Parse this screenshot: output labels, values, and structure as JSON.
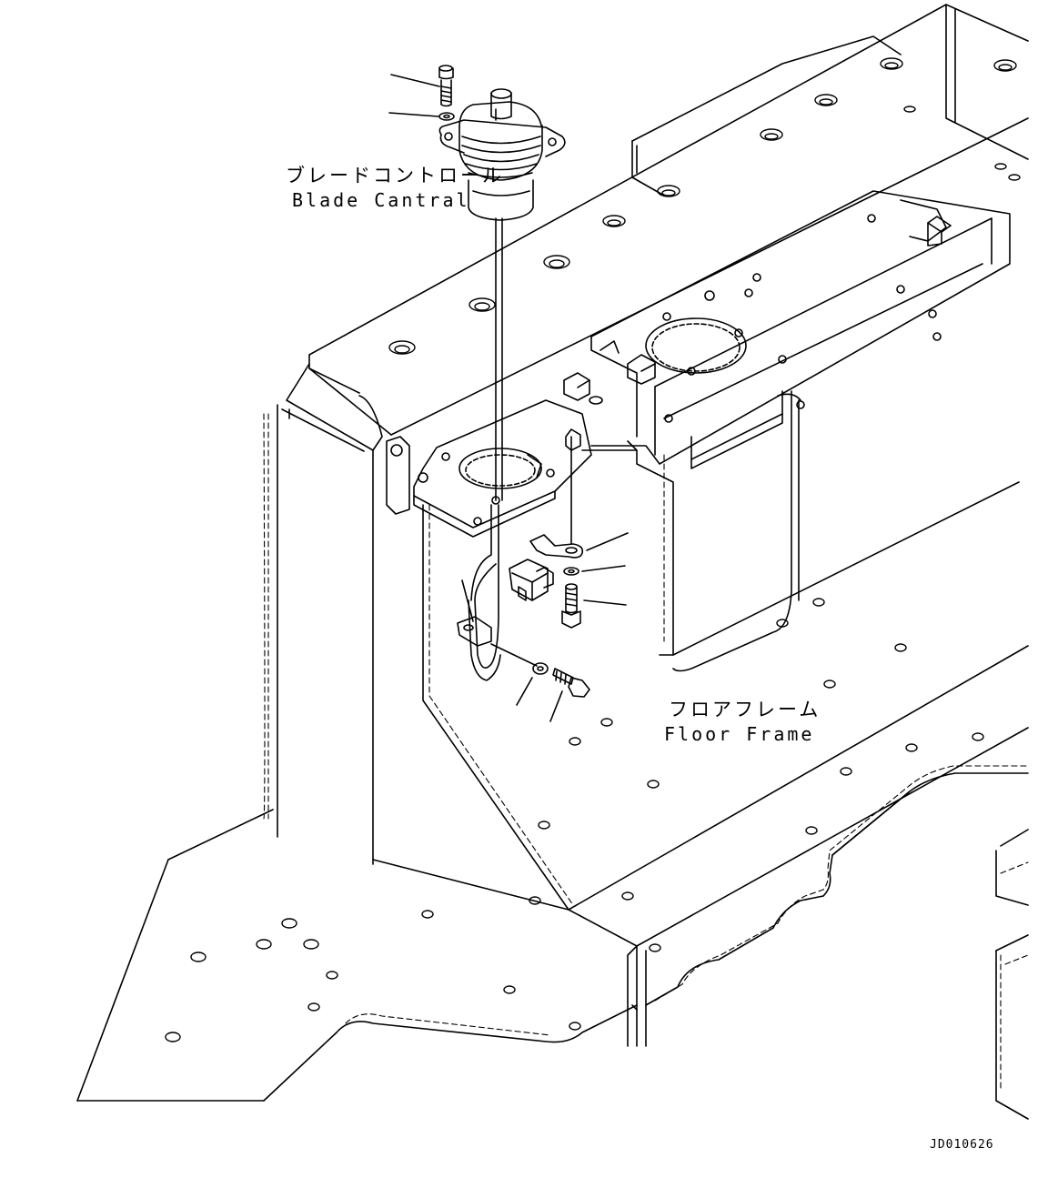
{
  "labels": {
    "blade_control_jp": "ブレードコントロール",
    "blade_control_en": "Blade Cantral",
    "floor_frame_jp": "フロアフレーム",
    "floor_frame_en": "Floor Frame",
    "drawing_id": "JD010626"
  },
  "colors": {
    "line": "#000000",
    "background": "#ffffff"
  }
}
